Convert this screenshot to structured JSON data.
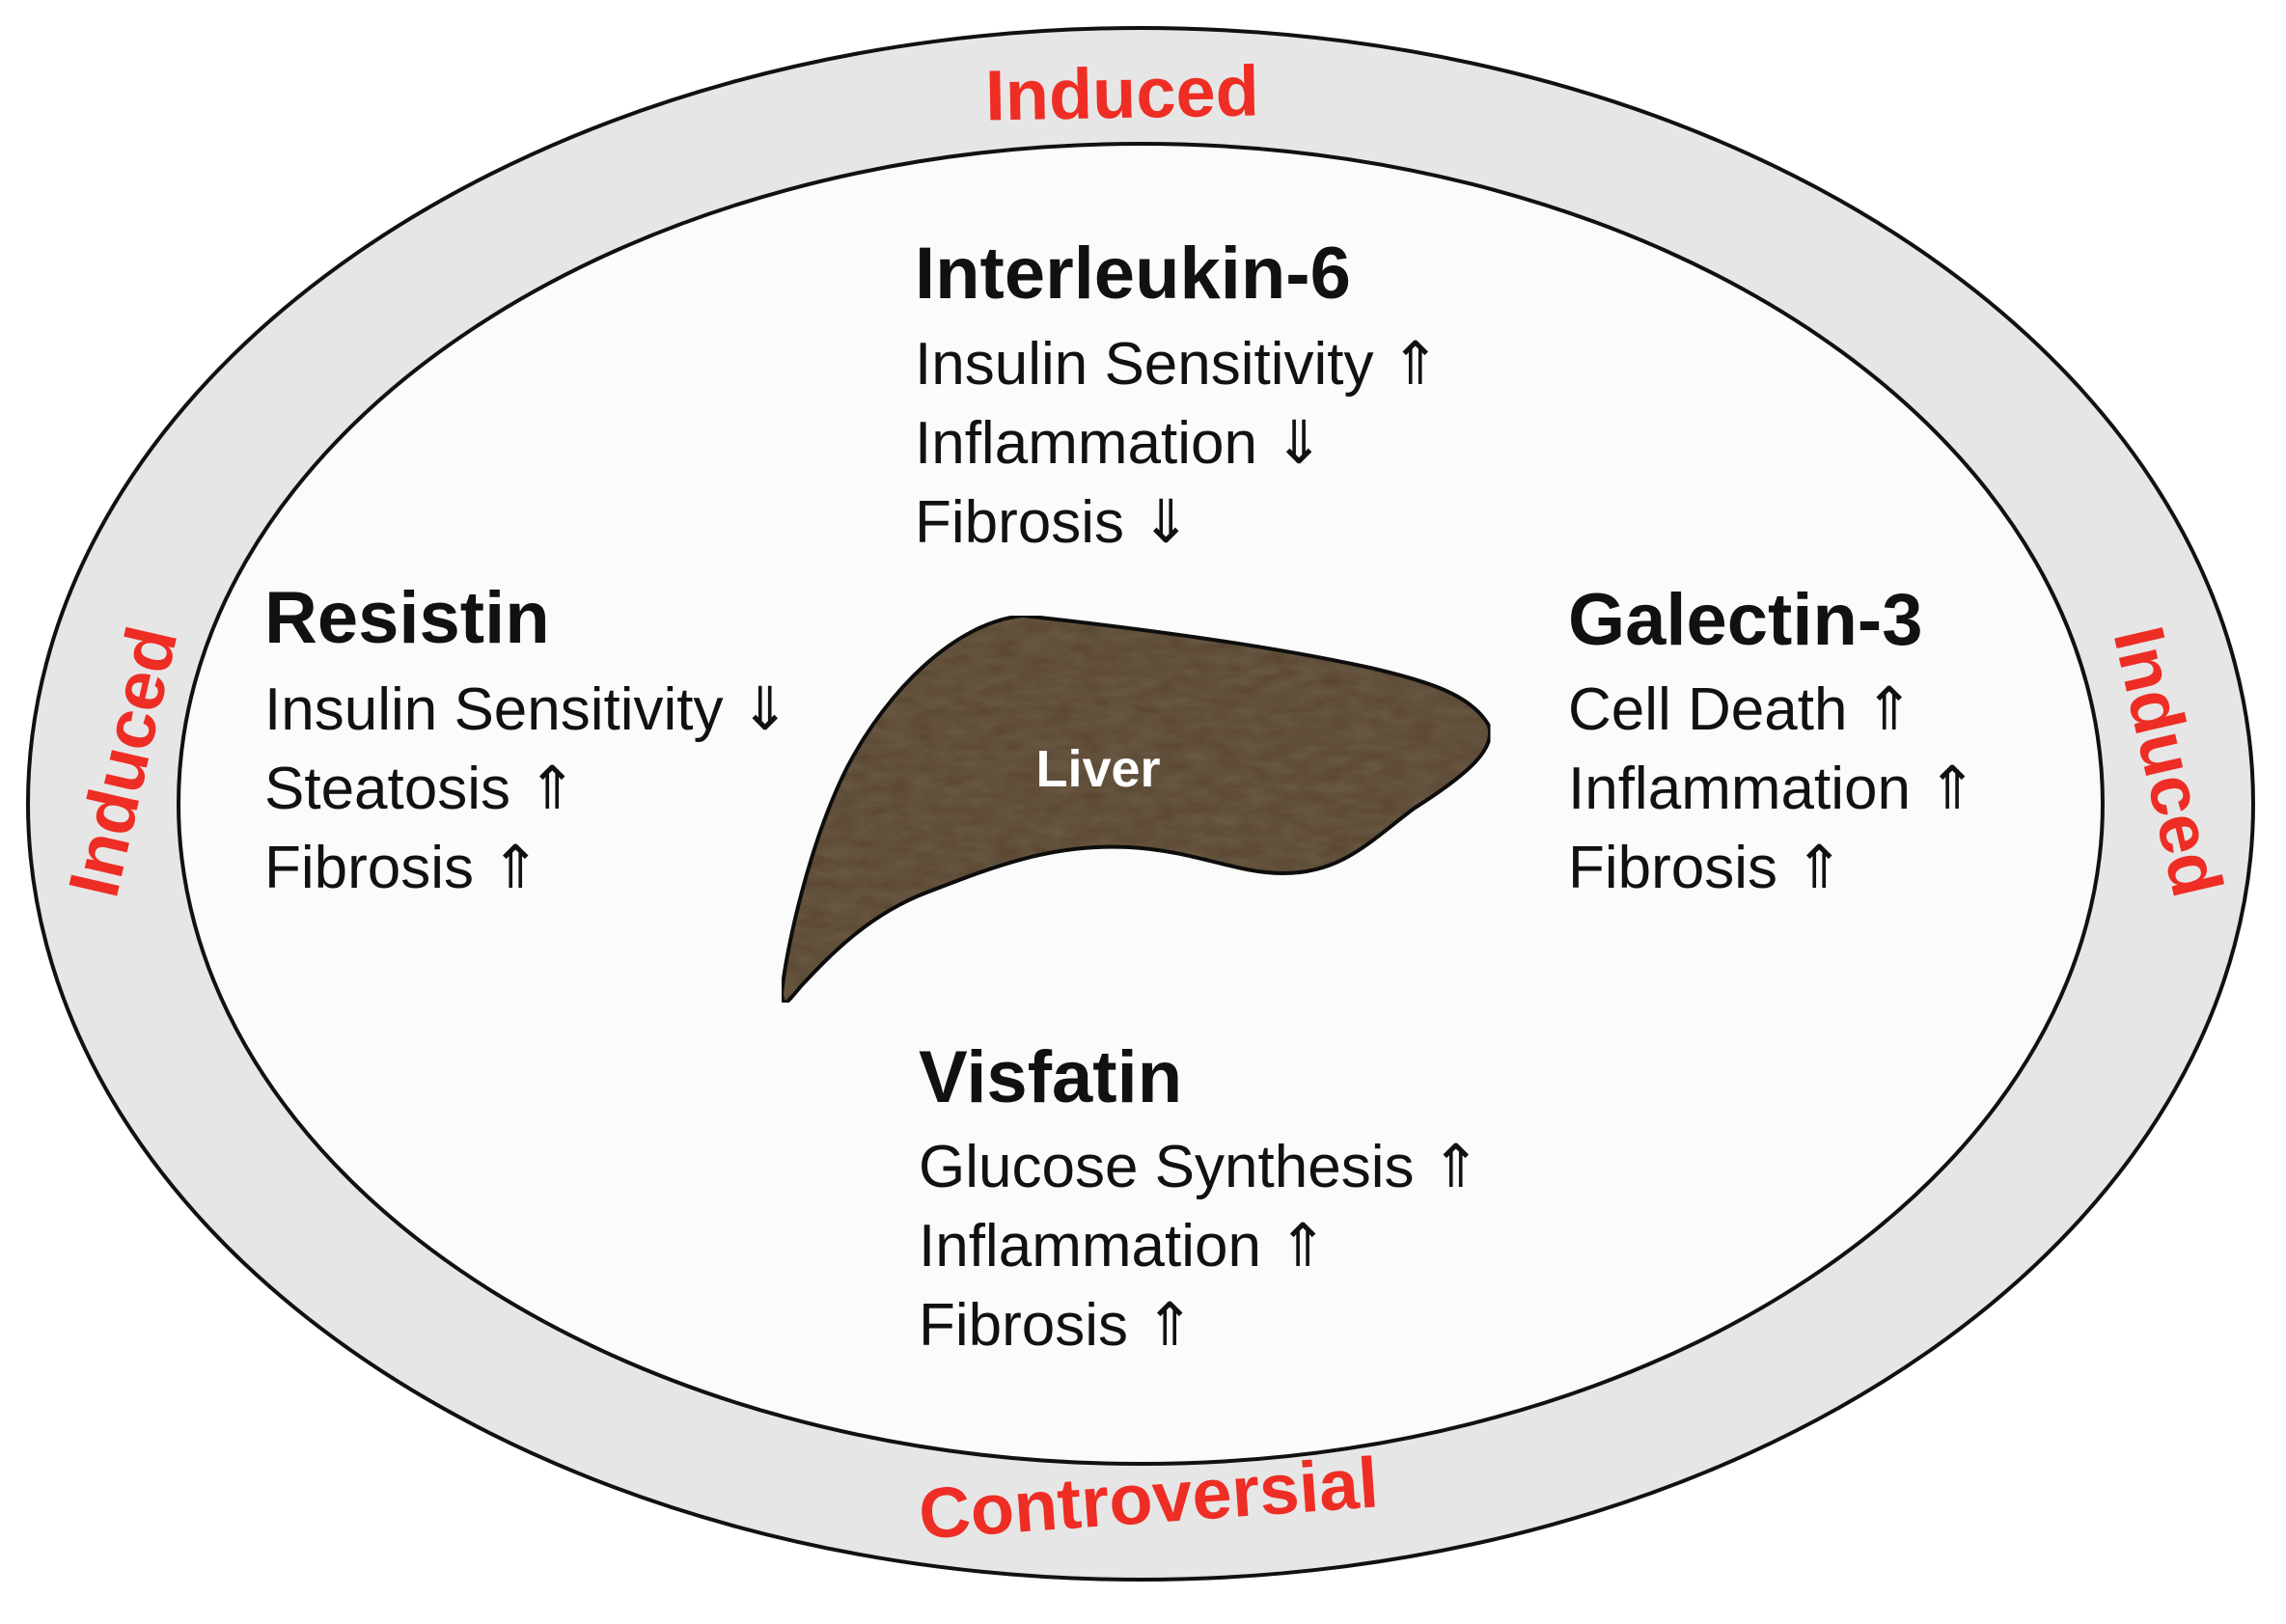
{
  "colors": {
    "ring_fill": "#e6e6e6",
    "inner_fill": "#fbfbfb",
    "outline": "#111111",
    "ring_label": "#ee2d24",
    "liver_base": "#6b5a45",
    "liver_label": "#ffffff"
  },
  "ring_labels": {
    "top": "Induced",
    "left": "Induced",
    "right": "Induced",
    "bottom": "Controversial"
  },
  "organ": {
    "label": "Liver"
  },
  "adipokines": {
    "interleukin6": {
      "name": "Interleukin-6",
      "effects": [
        "Insulin Sensitivity ⇑",
        "Inflammation ⇓",
        "Fibrosis ⇓"
      ]
    },
    "resistin": {
      "name": "Resistin",
      "effects": [
        "Insulin Sensitivity ⇓",
        "Steatosis ⇑",
        "Fibrosis ⇑"
      ]
    },
    "galectin3": {
      "name": "Galectin-3",
      "effects": [
        "Cell Death ⇑",
        "Inflammation ⇑",
        "Fibrosis ⇑"
      ]
    },
    "visfatin": {
      "name": "Visfatin",
      "effects": [
        "Glucose Synthesis ⇑",
        "Inflammation ⇑",
        "Fibrosis ⇑"
      ]
    }
  }
}
